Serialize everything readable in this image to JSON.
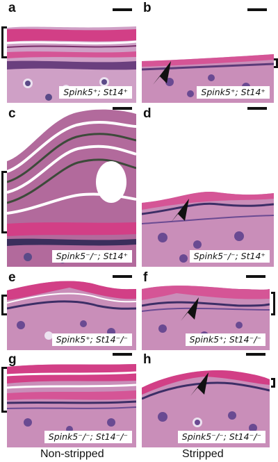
{
  "panels": [
    {
      "letter": "a",
      "genotype": "Spink5⁺; St14⁺"
    },
    {
      "letter": "b",
      "genotype": "Spink5⁺; St14⁺"
    },
    {
      "letter": "c",
      "genotype": "Spink5⁻/⁻; St14⁺"
    },
    {
      "letter": "d",
      "genotype": "Spink5⁻/⁻; St14⁺"
    },
    {
      "letter": "e",
      "genotype": "Spink5⁺; St14⁻/⁻"
    },
    {
      "letter": "f",
      "genotype": "Spink5⁺; St14⁻/⁻"
    },
    {
      "letter": "g",
      "genotype": "Spink5⁻/⁻; St14⁻/⁻"
    },
    {
      "letter": "h",
      "genotype": "Spink5⁻/⁻; St14⁻/⁻"
    }
  ],
  "columns": {
    "left": "Non-stripped",
    "right": "Stripped"
  },
  "colors": {
    "cornified": "#d23f86",
    "epidermis": "#c88bb8",
    "nuclei": "#4a3a72",
    "background": "#ffffff"
  }
}
